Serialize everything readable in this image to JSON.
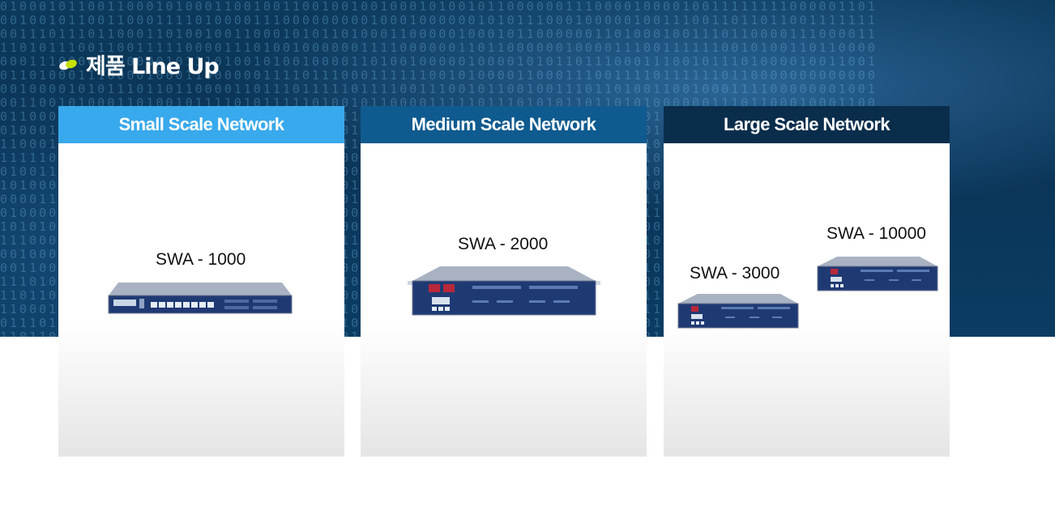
{
  "page": {
    "title": "제품 Line Up",
    "icon": "leaf-bullet-icon"
  },
  "categories": [
    {
      "header": "Small Scale Network",
      "color": "#38a9ec",
      "products": [
        {
          "model": "SWA - 1000",
          "icon": "rack-appliance-1u-icon"
        }
      ]
    },
    {
      "header": "Medium Scale Network",
      "color": "#0f5a8f",
      "products": [
        {
          "model": "SWA - 2000",
          "icon": "rack-appliance-2u-icon"
        }
      ]
    },
    {
      "header": "Large Scale Network",
      "color": "#0a2d4c",
      "products": [
        {
          "model": "SWA - 3000",
          "icon": "rack-appliance-2u-icon"
        },
        {
          "model": "SWA - 10000",
          "icon": "rack-appliance-2u-icon"
        }
      ]
    }
  ]
}
